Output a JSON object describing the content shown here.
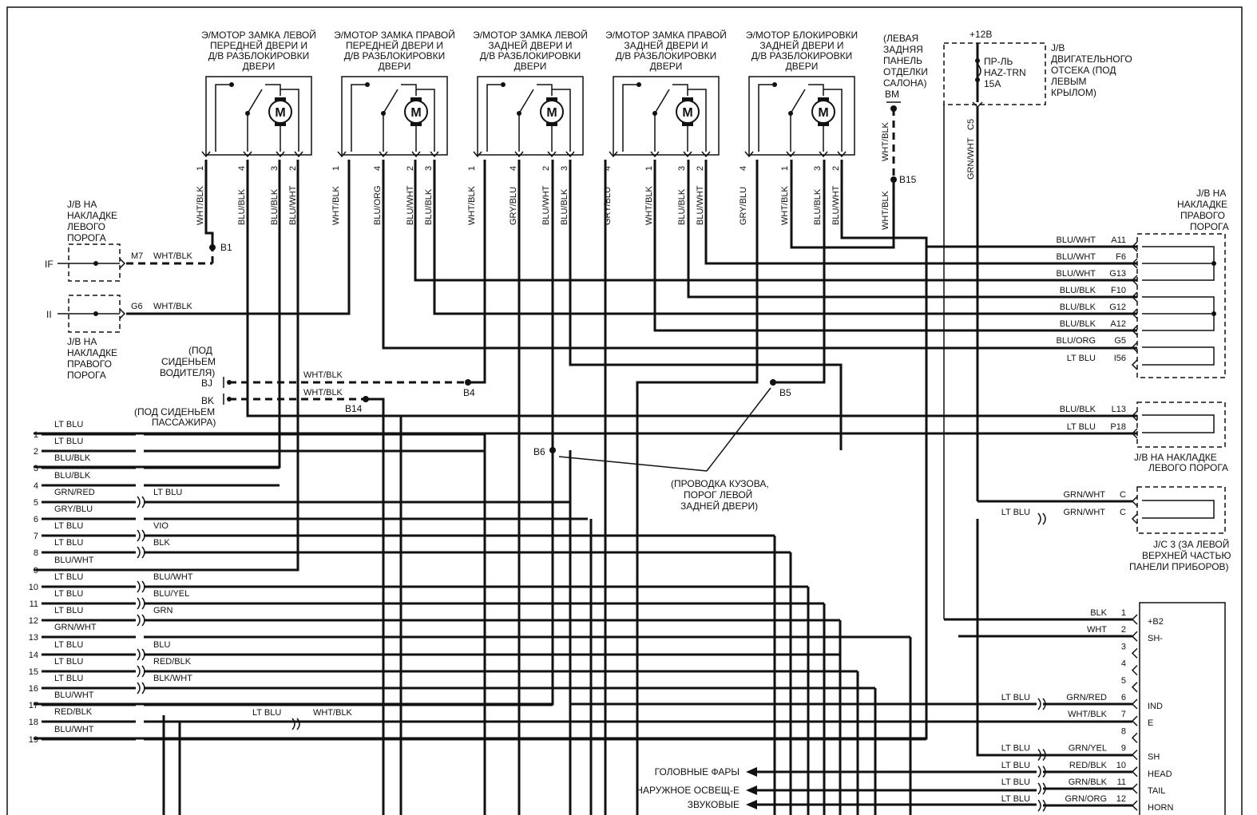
{
  "motors": [
    {
      "title": [
        "Э/МОТОР ЗАМКА ЛЕВОЙ",
        "ПЕРЕДНЕЙ ДВЕРИ И",
        "Д/В РАЗБЛОКИРОВКИ",
        "ДВЕРИ"
      ],
      "pins": [
        "1",
        "4",
        "3",
        "2"
      ],
      "wires": [
        "WHT/BLK",
        "BLU/BLK",
        "BLU/BLK",
        "BLU/WHT"
      ]
    },
    {
      "title": [
        "Э/МОТОР ЗАМКА ПРАВОЙ",
        "ПЕРЕДНЕЙ ДВЕРИ И",
        "Д/В РАЗБЛОКИРОВКИ",
        "ДВЕРИ"
      ],
      "pins": [
        "1",
        "4",
        "2",
        "3"
      ],
      "wires": [
        "WHT/BLK",
        "BLU/ORG",
        "BLU/WHT",
        "BLU/BLK"
      ]
    },
    {
      "title": [
        "Э/МОТОР ЗАМКА ЛЕВОЙ",
        "ЗАДНЕЙ ДВЕРИ И",
        "Д/В РАЗБЛОКИРОВКИ",
        "ДВЕРИ"
      ],
      "pins": [
        "1",
        "4",
        "2",
        "3"
      ],
      "wires": [
        "WHT/BLK",
        "GRY/BLU",
        "BLU/WHT",
        "BLU/BLK"
      ]
    },
    {
      "title": [
        "Э/МОТОР ЗАМКА ПРАВОЙ",
        "ЗАДНЕЙ ДВЕРИ И",
        "Д/В РАЗБЛОКИРОВКИ",
        "ДВЕРИ"
      ],
      "pins": [
        "4",
        "1",
        "3",
        "2"
      ],
      "wires": [
        "GRY/BLU",
        "WHT/BLK",
        "BLU/BLK",
        "BLU/WHT"
      ]
    },
    {
      "title": [
        "Э/МОТОР БЛОКИРОВКИ",
        "ЗАДНЕЙ ДВЕРИ И",
        "Д/В РАЗБЛОКИРОВКИ",
        "ДВЕРИ"
      ],
      "pins": [
        "4",
        "1",
        "3",
        "2"
      ],
      "wires": [
        "GRY/BLU",
        "WHT/BLK",
        "BLU/BLK",
        "BLU/WHT"
      ]
    }
  ],
  "motor_symbol": "M",
  "rear_panel": {
    "title": [
      "(ЛЕВАЯ",
      "ЗАДНЯЯ",
      "ПАНЕЛЬ",
      "ОТДЕЛКИ",
      "САЛОНА)"
    ],
    "ground": "BM",
    "wire": "WHT/BLK",
    "splice": "B15"
  },
  "fuse_box": {
    "supply": "+12В",
    "fuse": [
      "ПР-ЛЬ",
      "HAZ-TRN",
      "15A"
    ],
    "title": [
      "J/B",
      "ДВИГАТЕЛЬНОГО",
      "ОТСЕКА (ПОД",
      "ЛЕВЫМ",
      "КРЫЛОМ)"
    ],
    "pin": "C5",
    "wire": "GRN/WHT"
  },
  "jb_left_sill": {
    "title": [
      "J/B НА",
      "НАКЛАДКЕ",
      "ЛЕВОГО",
      "ПОРОГА"
    ],
    "side_label": "IF",
    "pin": "M7",
    "wire": "WHT/BLK",
    "splice": "B1"
  },
  "jb_right_sill": {
    "title": [
      "J/B НА",
      "НАКЛАДКЕ",
      "ПРАВОГО",
      "ПОРОГА"
    ],
    "side_label": "II",
    "pin": "G6",
    "wire": "WHT/BLK"
  },
  "grounds": {
    "driver_note": [
      "(ПОД",
      "СИДЕНЬЕМ",
      "ВОДИТЕЛЯ)"
    ],
    "bj": "BJ",
    "bk": "BK",
    "wire1": "WHT/BLK",
    "wire2": "WHT/BLK",
    "b4": "B4",
    "b14": "B14",
    "passenger_note": [
      "(ПОД СИДЕНЬЕМ",
      "ПАССАЖИРА)"
    ]
  },
  "body_wiring": {
    "b5": "B5",
    "b6": "B6",
    "note": [
      "(ПРОВОДКА КУЗОВА,",
      "ПОРОГ ЛЕВОЙ",
      "ЗАДНЕЙ ДВЕРИ)"
    ]
  },
  "right_jb": {
    "title": [
      "J/B НА",
      "НАКЛАДКЕ",
      "ПРАВОГО",
      "ПОРОГА"
    ],
    "rows": [
      {
        "wire": "BLU/WHT",
        "pin": "A11"
      },
      {
        "wire": "BLU/WHT",
        "pin": "F6"
      },
      {
        "wire": "BLU/WHT",
        "pin": "G13"
      },
      {
        "wire": "BLU/BLK",
        "pin": "F10"
      },
      {
        "wire": "BLU/BLK",
        "pin": "G12"
      },
      {
        "wire": "BLU/BLK",
        "pin": "A12"
      },
      {
        "wire": "BLU/ORG",
        "pin": "G5"
      },
      {
        "wire": "LT BLU",
        "pin": "I56"
      }
    ]
  },
  "left_jb2": {
    "title": [
      "J/B НА НАКЛАДКЕ",
      "ЛЕВОГО ПОРОГА"
    ],
    "rows": [
      {
        "wire": "BLU/BLK",
        "pin": "L13"
      },
      {
        "wire": "LT BLU",
        "pin": "P18"
      }
    ]
  },
  "jc3": {
    "title": [
      "J/C 3 (ЗА ЛЕВОЙ",
      "ВЕРХНЕЙ ЧАСТЬЮ",
      "ПАНЕЛИ ПРИБОРОВ)"
    ],
    "rows": [
      {
        "wire": "GRN/WHT",
        "pin": "C",
        "extra": ""
      },
      {
        "wire": "GRN/WHT",
        "pin": "C",
        "extra": "LT BLU"
      }
    ]
  },
  "left_connector": [
    {
      "num": "1",
      "wire": "LT BLU",
      "conn": ""
    },
    {
      "num": "2",
      "wire": "LT BLU",
      "conn": ""
    },
    {
      "num": "3",
      "wire": "BLU/BLK",
      "conn": ""
    },
    {
      "num": "4",
      "wire": "BLU/BLK",
      "conn": ""
    },
    {
      "num": "5",
      "wire": "GRN/RED",
      "conn": "LT BLU"
    },
    {
      "num": "6",
      "wire": "GRY/BLU",
      "conn": ""
    },
    {
      "num": "7",
      "wire": "LT BLU",
      "conn": "VIO"
    },
    {
      "num": "8",
      "wire": "LT BLU",
      "conn": "BLK"
    },
    {
      "num": "9",
      "wire": "BLU/WHT",
      "conn": ""
    },
    {
      "num": "10",
      "wire": "LT BLU",
      "conn": "BLU/WHT"
    },
    {
      "num": "11",
      "wire": "LT BLU",
      "conn": "BLU/YEL"
    },
    {
      "num": "12",
      "wire": "LT BLU",
      "conn": "GRN"
    },
    {
      "num": "13",
      "wire": "GRN/WHT",
      "conn": ""
    },
    {
      "num": "14",
      "wire": "LT BLU",
      "conn": "BLU"
    },
    {
      "num": "15",
      "wire": "LT BLU",
      "conn": "RED/BLK"
    },
    {
      "num": "16",
      "wire": "LT BLU",
      "conn": "BLK/WHT"
    },
    {
      "num": "17",
      "wire": "BLU/WHT",
      "conn": ""
    },
    {
      "num": "18",
      "wire": "RED/BLK",
      "conn": ""
    },
    {
      "num": "19",
      "wire": "BLU/WHT",
      "conn": ""
    }
  ],
  "row18_mid": {
    "wire1": "LT BLU",
    "wire2": "WHT/BLK"
  },
  "control_unit": {
    "rows": [
      {
        "num": "1",
        "wire": "BLK",
        "pre": "",
        "label": "+B2"
      },
      {
        "num": "2",
        "wire": "WHT",
        "pre": "",
        "label": "SH-"
      },
      {
        "num": "3",
        "wire": "",
        "pre": "",
        "label": ""
      },
      {
        "num": "4",
        "wire": "",
        "pre": "",
        "label": ""
      },
      {
        "num": "5",
        "wire": "",
        "pre": "",
        "label": ""
      },
      {
        "num": "6",
        "wire": "GRN/RED",
        "pre": "LT BLU",
        "label": "IND"
      },
      {
        "num": "7",
        "wire": "WHT/BLK",
        "pre": "",
        "label": "E"
      },
      {
        "num": "8",
        "wire": "",
        "pre": "",
        "label": ""
      },
      {
        "num": "9",
        "wire": "GRN/YEL",
        "pre": "LT BLU",
        "label": "SH"
      },
      {
        "num": "10",
        "wire": "RED/BLK",
        "pre": "LT BLU",
        "label": "HEAD"
      },
      {
        "num": "11",
        "wire": "GRN/BLK",
        "pre": "LT BLU",
        "label": "TAIL"
      },
      {
        "num": "12",
        "wire": "GRN/ORG",
        "pre": "LT BLU",
        "label": "HORN"
      }
    ]
  },
  "outputs": [
    {
      "label": "ГОЛОВНЫЕ ФАРЫ"
    },
    {
      "label": "НАРУЖНОЕ ОСВЕЩ-Е"
    },
    {
      "label": "ЗВУКОВЫЕ"
    }
  ]
}
